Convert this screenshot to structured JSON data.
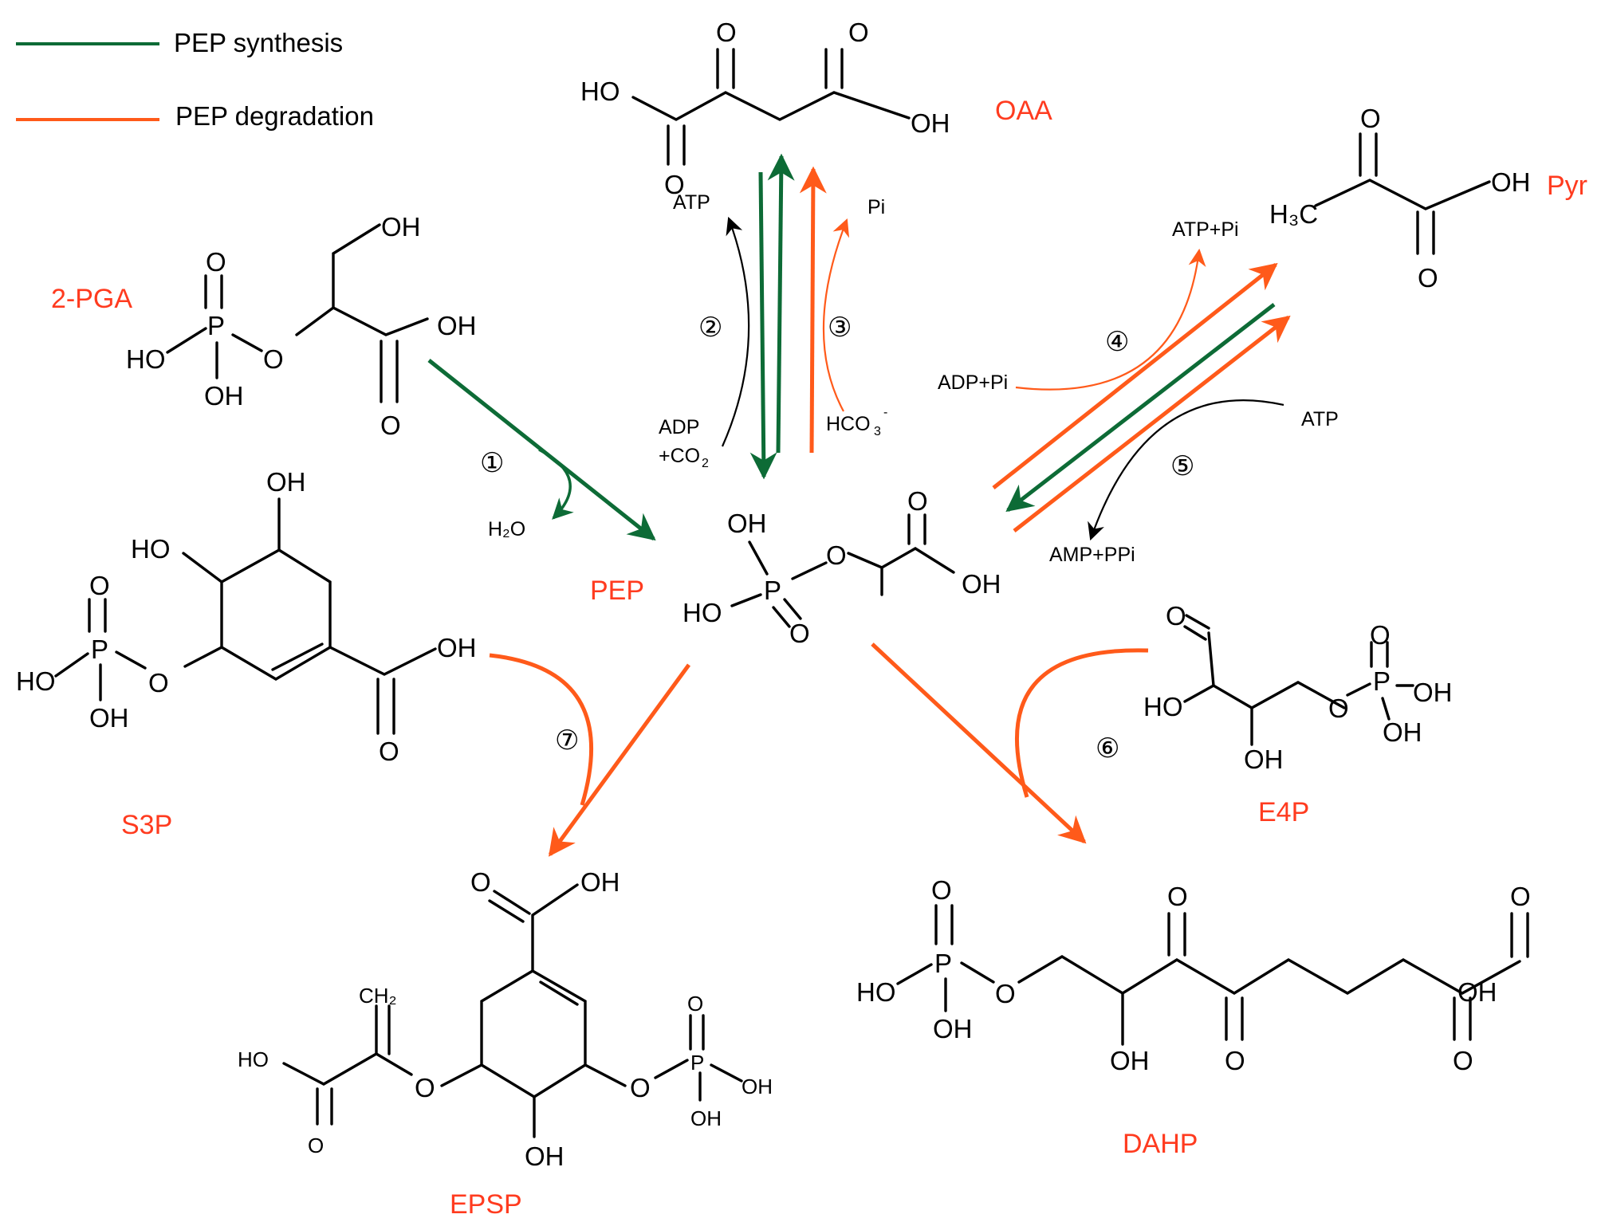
{
  "colors": {
    "synthesis": "#0d6b36",
    "degradation": "#ff5a1a",
    "compound_label": "#ff3b1f"
  },
  "legend": {
    "synthesis": "PEP synthesis",
    "degradation": "PEP degradation"
  },
  "compounds": {
    "oaa": "OAA",
    "pyr": "Pyr",
    "pga": "2-PGA",
    "pep": "PEP",
    "s3p": "S3P",
    "e4p": "E4P",
    "epsp": "EPSP",
    "dahp": "DAHP"
  },
  "reactions": [
    "①",
    "②",
    "③",
    "④",
    "⑤",
    "⑥",
    "⑦"
  ],
  "cofactors": {
    "atp_r2": "ATP",
    "adp": "ADP",
    "co2": "+CO",
    "pi_r3": "Pi",
    "hco3": "HCO",
    "atppi": "ATP+Pi",
    "adppi": "ADP+Pi",
    "atp_r5": "ATP",
    "ampppi": "AMP+PPi",
    "h2o": "H₂O"
  },
  "atoms": {
    "oh": "OH",
    "ho": "HO",
    "o": "O",
    "p": "P",
    "h3c": "H₃C",
    "ch2": "CH₂"
  }
}
